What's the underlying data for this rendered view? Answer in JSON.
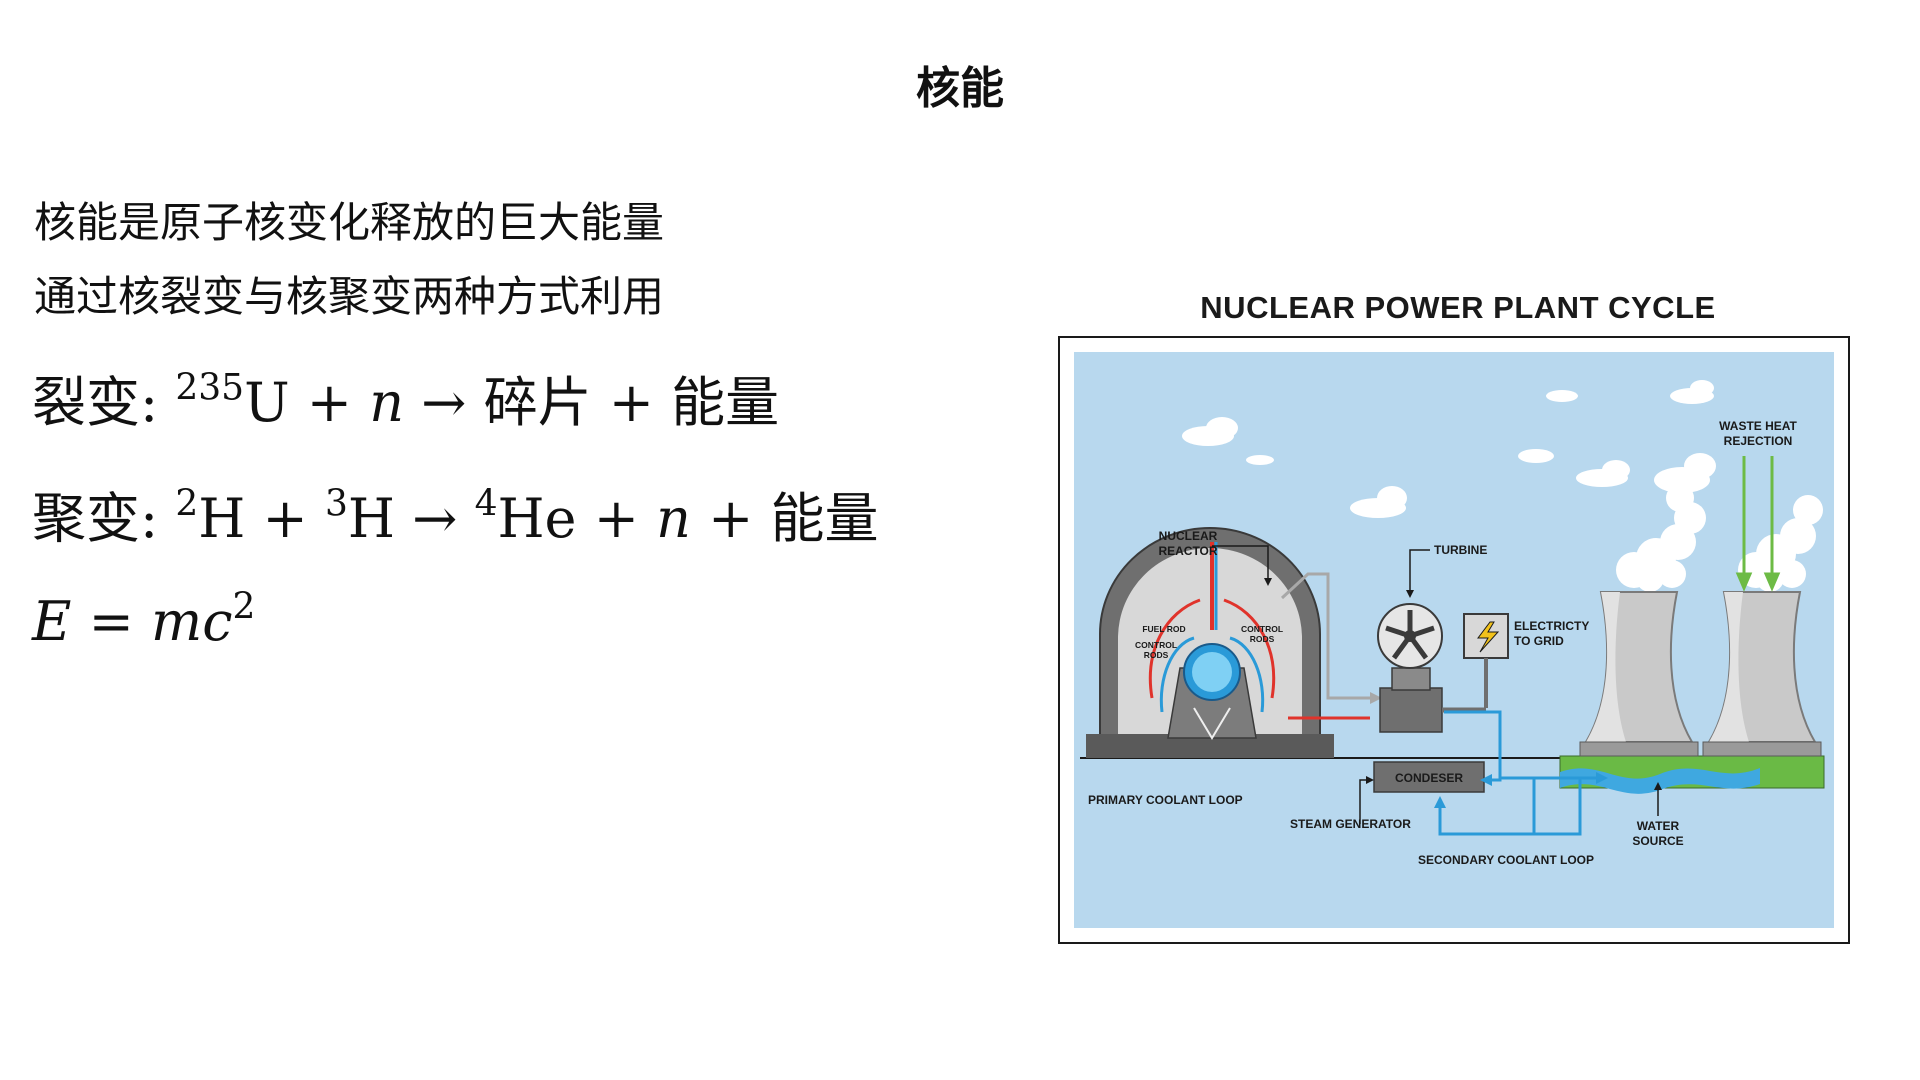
{
  "title": "核能",
  "intro": {
    "line1": "核能是原子核变化释放的巨大能量",
    "line2": "通过核裂变与核聚变两种方式利用"
  },
  "formulas": {
    "fission": {
      "prefix": "裂变:",
      "u_mass": "235",
      "u_symbol": "U",
      "plus1": "+",
      "neutron": "n",
      "arrow": "→",
      "fragments": "碎片",
      "plus2": "+",
      "energy": "能量"
    },
    "fusion": {
      "prefix": "聚变:",
      "h2_mass": "2",
      "h2_symbol": "H",
      "plus1": "+",
      "h3_mass": "3",
      "h3_symbol": "H",
      "arrow": "→",
      "he_mass": "4",
      "he_symbol": "He",
      "plus2": "+",
      "neutron": "n",
      "plus3": "+",
      "energy": "能量"
    },
    "mass_energy": {
      "E": "E",
      "eq": "=",
      "m": "m",
      "c": "c",
      "exp": "2"
    }
  },
  "diagram": {
    "title": "NUCLEAR POWER PLANT CYCLE",
    "labels": {
      "nuclear_reactor_1": "NUCLEAR",
      "nuclear_reactor_2": "REACTOR",
      "fuel_rod": "FUEL ROD",
      "control_rods_left_1": "CONTROL",
      "control_rods_left_2": "RODS",
      "control_rods_right_1": "CONTROL",
      "control_rods_right_2": "RODS",
      "turbine": "TURBINE",
      "electricity_1": "ELECTRICTY",
      "electricity_2": "TO GRID",
      "waste_heat_1": "WASTE HEAT",
      "waste_heat_2": "REJECTION",
      "condenser": "CONDESER",
      "primary_loop": "PRIMARY COOLANT LOOP",
      "steam_generator": "STEAM GENERATOR",
      "secondary_loop": "SECONDARY COOLANT LOOP",
      "water_source_1": "WATER",
      "water_source_2": "SOURCE"
    },
    "colors": {
      "sky": "#b8d8ee",
      "primary_loop": "#e0332b",
      "secondary_loop": "#2a9ad8",
      "waste_heat": "#6dbb45",
      "machinery": "#6f6f6f",
      "ground": "#6aba45",
      "water": "#3fa8e0"
    }
  }
}
